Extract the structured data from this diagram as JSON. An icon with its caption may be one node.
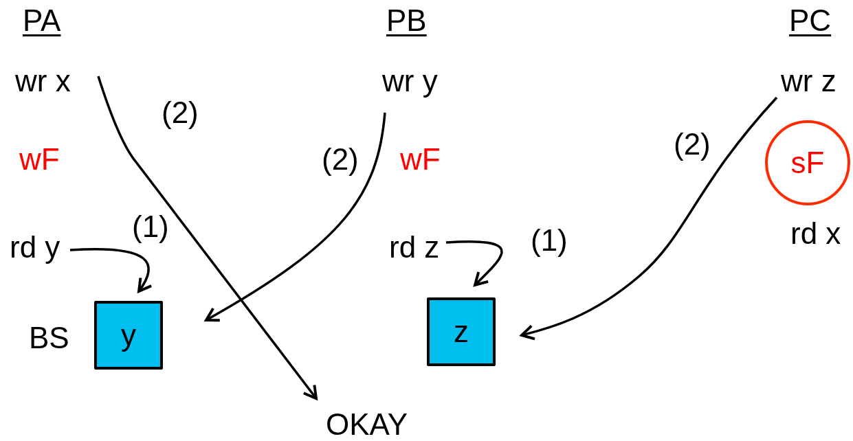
{
  "diagram": {
    "nodes": [
      {
        "text": [
          "wr x"
        ]
      },
      {
        "text": [
          "wr y"
        ]
      },
      {
        "text": [
          "wr z"
        ]
      },
      {
        "text": [
          "sF"
        ]
      },
      {
        "text": [
          "rd y"
        ]
      },
      {
        "text": [
          "rd z"
        ]
      },
      {
        "text": [
          "y"
        ],
        "beside": [
          "BS"
        ]
      },
      {
        "text": [
          "z"
        ]
      },
      {
        "text": [
          "OKAY"
        ]
      }
    ],
    "edges": [
      {
        "from": 0,
        "to": 8,
        "arrow": "to",
        "label": "(2)"
      },
      {
        "from": 1,
        "to": null,
        "arrow": "to",
        "label": "(2)"
      },
      {
        "from": 2,
        "to": 7,
        "arrow": "to",
        "label": "(2)"
      },
      {
        "from": 4,
        "to": 6,
        "arrow": "to",
        "label": "(1)"
      },
      {
        "from": 5,
        "to": 7,
        "arrow": "to",
        "label": "(1)"
      }
    ],
    "labels": [
      "PA",
      "PB",
      "PC",
      "wF",
      "wF",
      "rd x"
    ]
  }
}
